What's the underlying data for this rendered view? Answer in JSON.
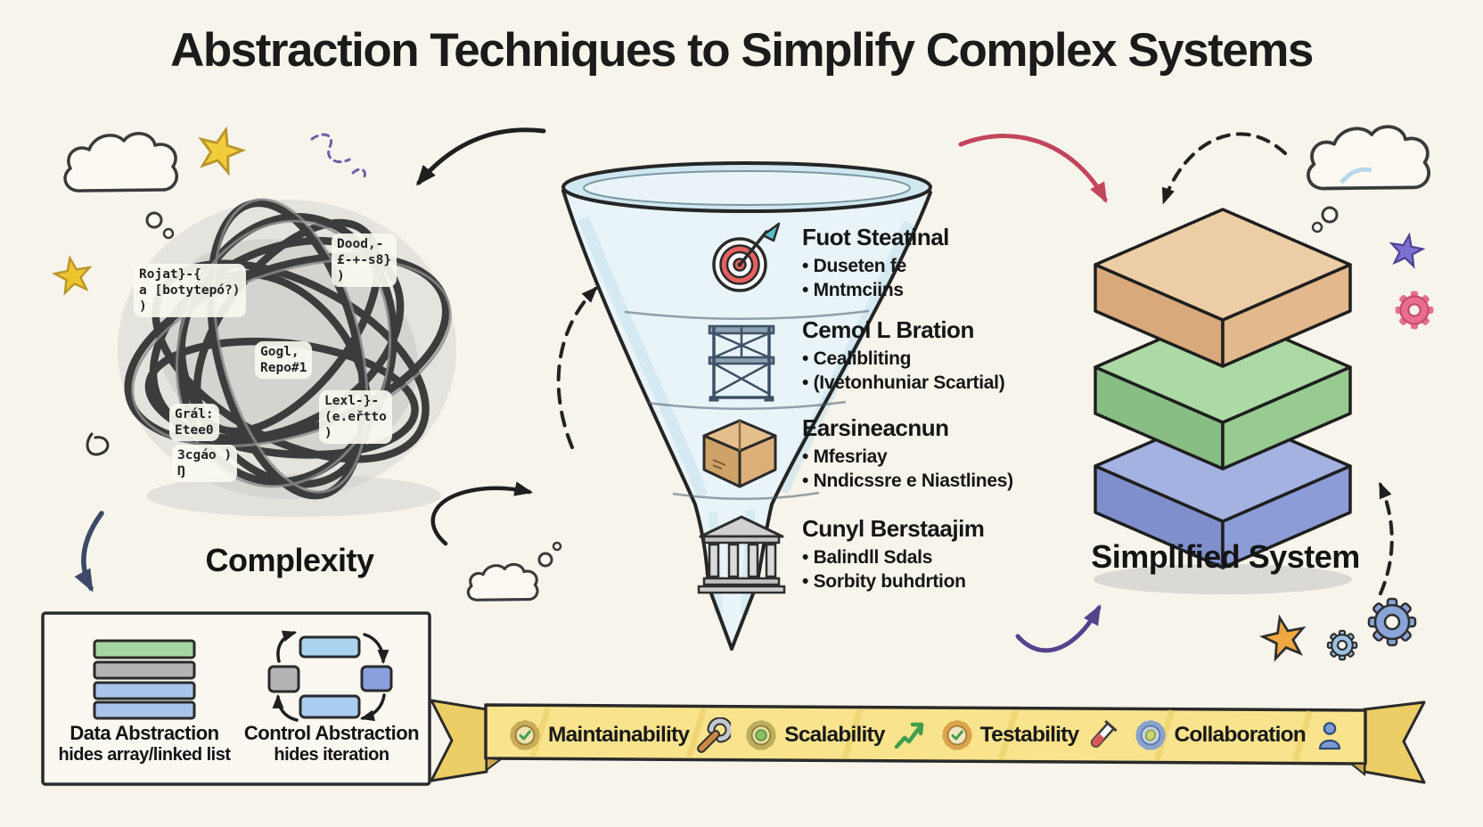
{
  "title": "Abstraction Techniques to Simplify Complex Systems",
  "complexity": {
    "label": "Complexity",
    "snippets": [
      "Rojat}-{\na [botytepó?)\n)",
      "Dood,-\n £-+-s8}\n)",
      "Gogl,\nRepo#1",
      "Grál:\n Etee0",
      "3cgáo  )\nŊ",
      "Lexl-}-\n(e.eřtto\n)"
    ]
  },
  "funnel": {
    "stages": [
      {
        "icon": "target-icon",
        "title": "Fuot Steatinal",
        "bullets": [
          "• Duseten fe",
          "• Mntmciins"
        ]
      },
      {
        "icon": "scaffold-icon",
        "title": "Cemol L Bration",
        "bullets": [
          "• Cealibliting",
          "• (Ivetonhuniar Scartial)"
        ]
      },
      {
        "icon": "package-box-icon",
        "title": "Earsineacnun",
        "bullets": [
          "• Mfesriay",
          "• Nndicssre e Niastlines)"
        ]
      },
      {
        "icon": "bank-icon",
        "title": "Cunyl Berstaajim",
        "bullets": [
          "• Balindll Sdals",
          "• Sorbity buhdrtion"
        ]
      }
    ]
  },
  "simplified": {
    "label": "Simplified System"
  },
  "abstraction_box": {
    "data": {
      "title": "Data Abstraction",
      "subtitle": "hides array/linked list"
    },
    "control": {
      "title": "Control Abstraction",
      "subtitle": "hides iteration"
    }
  },
  "banner": {
    "items": [
      {
        "label": "Maintainability",
        "badge_icon": "badge-check-icon",
        "trail_icon": "wrench-icon"
      },
      {
        "label": "Scalability",
        "badge_icon": "badge-circle-icon",
        "trail_icon": "chart-up-icon"
      },
      {
        "label": "Testability",
        "badge_icon": "badge-check-icon",
        "trail_icon": "test-tube-icon"
      },
      {
        "label": "Collaboration",
        "badge_icon": "badge-leaf-icon",
        "trail_icon": "person-icon"
      }
    ]
  },
  "colors": {
    "paper": "#f7f4ec",
    "ink": "#222222",
    "funnel_fill": "#e9f4f8",
    "banner_yellow": "#f9e48d",
    "stack_tan": "#edcda6",
    "stack_green": "#abdaa5",
    "stack_blue": "#a3b2e0",
    "target_red": "#e86060",
    "arrow_red": "#c2455e",
    "arrow_purple": "#54428c",
    "arrow_navy": "#3c4967"
  }
}
